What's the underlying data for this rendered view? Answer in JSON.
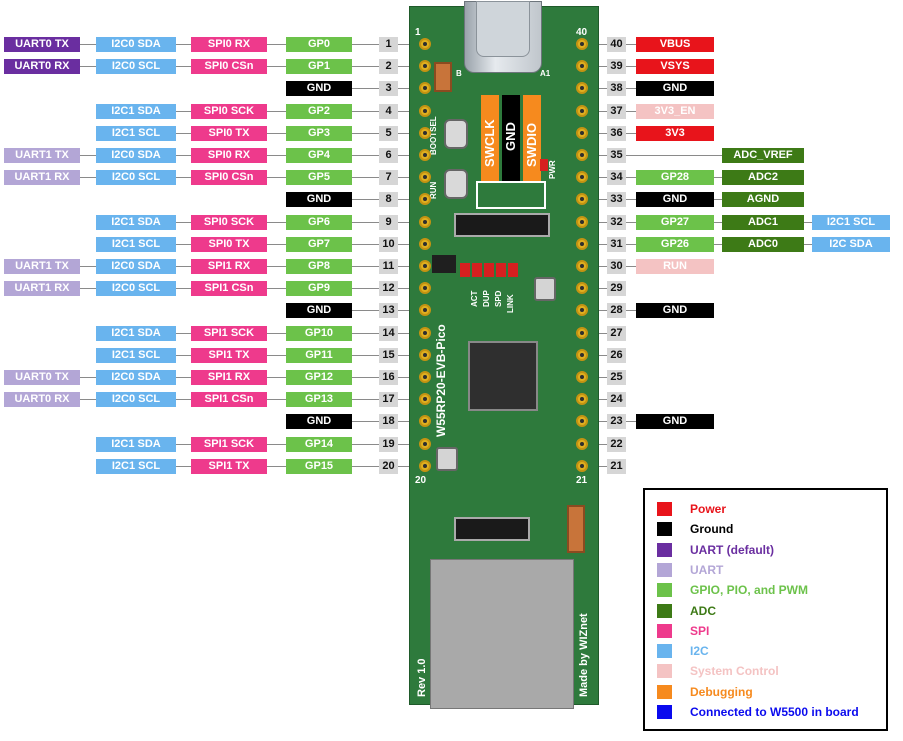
{
  "colors": {
    "power": "#e8141b",
    "ground": "#000000",
    "uart_default": "#6a2ea0",
    "uart": "#b3a6d6",
    "gpio": "#6cc24a",
    "adc": "#3d7a16",
    "spi": "#ee3a8c",
    "i2c": "#69b4ee",
    "system": "#f4c3c3",
    "debug": "#f68a1e",
    "w5500": "#0a0aee"
  },
  "left_pins": [
    {
      "num": "1",
      "gp": "GP0",
      "spi": "SPI0 RX",
      "i2c": "I2C0 SDA",
      "uart": "UART0 TX",
      "uart_type": "default"
    },
    {
      "num": "2",
      "gp": "GP1",
      "spi": "SPI0 CSn",
      "i2c": "I2C0 SCL",
      "uart": "UART0 RX",
      "uart_type": "default"
    },
    {
      "num": "3",
      "gnd": "GND"
    },
    {
      "num": "4",
      "gp": "GP2",
      "spi": "SPI0 SCK",
      "i2c": "I2C1 SDA"
    },
    {
      "num": "5",
      "gp": "GP3",
      "spi": "SPI0 TX",
      "i2c": "I2C1 SCL"
    },
    {
      "num": "6",
      "gp": "GP4",
      "spi": "SPI0 RX",
      "i2c": "I2C0 SDA",
      "uart": "UART1 TX",
      "uart_type": "alt"
    },
    {
      "num": "7",
      "gp": "GP5",
      "spi": "SPI0 CSn",
      "i2c": "I2C0 SCL",
      "uart": "UART1 RX",
      "uart_type": "alt"
    },
    {
      "num": "8",
      "gnd": "GND"
    },
    {
      "num": "9",
      "gp": "GP6",
      "spi": "SPI0 SCK",
      "i2c": "I2C1 SDA"
    },
    {
      "num": "10",
      "gp": "GP7",
      "spi": "SPI0 TX",
      "i2c": "I2C1 SCL"
    },
    {
      "num": "11",
      "gp": "GP8",
      "spi": "SPI1 RX",
      "i2c": "I2C0 SDA",
      "uart": "UART1 TX",
      "uart_type": "alt"
    },
    {
      "num": "12",
      "gp": "GP9",
      "spi": "SPI1 CSn",
      "i2c": "I2C0 SCL",
      "uart": "UART1 RX",
      "uart_type": "alt"
    },
    {
      "num": "13",
      "gnd": "GND"
    },
    {
      "num": "14",
      "gp": "GP10",
      "spi": "SPI1 SCK",
      "i2c": "I2C1 SDA"
    },
    {
      "num": "15",
      "gp": "GP11",
      "spi": "SPI1 TX",
      "i2c": "I2C1 SCL"
    },
    {
      "num": "16",
      "gp": "GP12",
      "spi": "SPI1 RX",
      "i2c": "I2C0 SDA",
      "uart": "UART0 TX",
      "uart_type": "alt"
    },
    {
      "num": "17",
      "gp": "GP13",
      "spi": "SPI1 CSn",
      "i2c": "I2C0 SCL",
      "uart": "UART0 RX",
      "uart_type": "alt"
    },
    {
      "num": "18",
      "gnd": "GND"
    },
    {
      "num": "19",
      "gp": "GP14",
      "spi": "SPI1 SCK",
      "i2c": "I2C1 SDA"
    },
    {
      "num": "20",
      "gp": "GP15",
      "spi": "SPI1 TX",
      "i2c": "I2C1 SCL"
    }
  ],
  "right_pins": [
    {
      "num": "40",
      "label": "VBUS",
      "type": "power"
    },
    {
      "num": "39",
      "label": "VSYS",
      "type": "power"
    },
    {
      "num": "38",
      "label": "GND",
      "type": "ground"
    },
    {
      "num": "37",
      "label": "3V3_EN",
      "type": "system"
    },
    {
      "num": "36",
      "label": "3V3",
      "type": "power"
    },
    {
      "num": "35",
      "adc": "ADC_VREF"
    },
    {
      "num": "34",
      "gp": "GP28",
      "adc": "ADC2"
    },
    {
      "num": "33",
      "label": "GND",
      "type": "ground",
      "adc": "AGND"
    },
    {
      "num": "32",
      "gp": "GP27",
      "adc": "ADC1",
      "i2c": "I2C1 SCL"
    },
    {
      "num": "31",
      "gp": "GP26",
      "adc": "ADC0",
      "i2c": "I2C SDA"
    },
    {
      "num": "30",
      "label": "RUN",
      "type": "system"
    },
    {
      "num": "29"
    },
    {
      "num": "28",
      "gnd_far": "GND"
    },
    {
      "num": "27"
    },
    {
      "num": "26"
    },
    {
      "num": "25"
    },
    {
      "num": "24"
    },
    {
      "num": "23",
      "gnd_far": "GND"
    },
    {
      "num": "22"
    },
    {
      "num": "21"
    }
  ],
  "board": {
    "debug_labels": [
      "SWCLK",
      "GND",
      "SWDIO"
    ],
    "pwr_text": "PWR",
    "bootsel_text": "BOOTSEL",
    "run_text": "RUN",
    "led_labels": [
      "ACT",
      "DUP",
      "SPD",
      "LINK"
    ],
    "model_text": "W55RP20-EVB-Pico",
    "rev_text": "Rev 1.0",
    "maker_text": "Made by WIZnet",
    "corner_nums": {
      "tl": "1",
      "tr": "40",
      "bl": "20",
      "br": "21"
    },
    "usb_marks": {
      "left": "B",
      "right": "A1"
    }
  },
  "legend": [
    {
      "label": "Power",
      "color": "#e8141b",
      "text_color": "#e8141b"
    },
    {
      "label": "Ground",
      "color": "#000000",
      "text_color": "#000000"
    },
    {
      "label": "UART  (default)",
      "color": "#6a2ea0",
      "text_color": "#6a2ea0"
    },
    {
      "label": "UART",
      "color": "#b3a6d6",
      "text_color": "#b3a6d6"
    },
    {
      "label": "GPIO, PIO, and PWM",
      "color": "#6cc24a",
      "text_color": "#6cc24a"
    },
    {
      "label": "ADC",
      "color": "#3d7a16",
      "text_color": "#3d7a16"
    },
    {
      "label": "SPI",
      "color": "#ee3a8c",
      "text_color": "#ee3a8c"
    },
    {
      "label": "I2C",
      "color": "#69b4ee",
      "text_color": "#69b4ee"
    },
    {
      "label": "System Control",
      "color": "#f4c3c3",
      "text_color": "#f4c3c3"
    },
    {
      "label": "Debugging",
      "color": "#f68a1e",
      "text_color": "#f68a1e"
    },
    {
      "label": "Connected to W5500 in board",
      "color": "#0a0aee",
      "text_color": "#0a0aee"
    }
  ]
}
